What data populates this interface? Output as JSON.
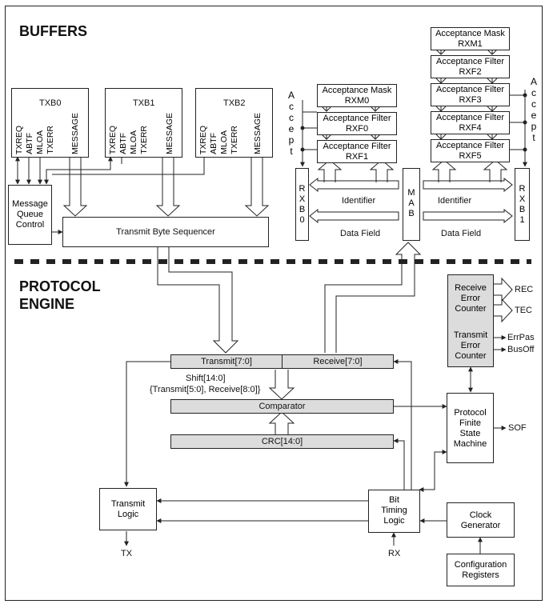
{
  "headings": {
    "buffers": "BUFFERS",
    "protocol_line1": "PROTOCOL",
    "protocol_line2": "ENGINE"
  },
  "tx_buffers": [
    {
      "name": "TXB0",
      "signals": [
        "TXREQ",
        "ABTF",
        "MLOA",
        "TXERR"
      ],
      "message": "MESSAGE"
    },
    {
      "name": "TXB1",
      "signals": [
        "TXREQ",
        "ABTF",
        "MLOA",
        "TXERR"
      ],
      "message": "MESSAGE"
    },
    {
      "name": "TXB2",
      "signals": [
        "TXREQ",
        "ABTF",
        "MLOA",
        "TXERR"
      ],
      "message": "MESSAGE"
    }
  ],
  "mqc": [
    "Message",
    "Queue",
    "Control"
  ],
  "tbs": "Transmit Byte Sequencer",
  "filters_left": [
    {
      "line1": "Acceptance Mask",
      "line2": "RXM0"
    },
    {
      "line1": "Acceptance Filter",
      "line2": "RXF0"
    },
    {
      "line1": "Acceptance Filter",
      "line2": "RXF1"
    }
  ],
  "filters_right": [
    {
      "line1": "Acceptance Mask",
      "line2": "RXM1"
    },
    {
      "line1": "Acceptance Filter",
      "line2": "RXF2"
    },
    {
      "line1": "Acceptance Filter",
      "line2": "RXF3"
    },
    {
      "line1": "Acceptance Filter",
      "line2": "RXF4"
    },
    {
      "line1": "Acceptance Filter",
      "line2": "RXF5"
    }
  ],
  "accept": [
    "A",
    "c",
    "c",
    "e",
    "p",
    "t"
  ],
  "rxb0": [
    "R",
    "X",
    "B",
    "0"
  ],
  "rxb1": [
    "R",
    "X",
    "B",
    "1"
  ],
  "mab": [
    "M",
    "A",
    "B"
  ],
  "labels": {
    "identifier": "Identifier",
    "data_field": "Data Field",
    "transmit_reg": "Transmit[7:0]",
    "receive_reg": "Receive[7:0]",
    "shift_line1": "Shift[14:0]",
    "shift_line2": "{Transmit[5:0], Receive[8:0]}",
    "comparator": "Comparator",
    "crc": "CRC[14:0]",
    "transmit_logic": [
      "Transmit",
      "Logic"
    ],
    "bit_timing": [
      "Bit",
      "Timing",
      "Logic"
    ],
    "clock_gen": [
      "Clock",
      "Generator"
    ],
    "config_regs": [
      "Configuration",
      "Registers"
    ],
    "pfsm": [
      "Protocol",
      "Finite",
      "State",
      "Machine"
    ],
    "rec_counter": [
      "Receive",
      "Error",
      "Counter"
    ],
    "tx_counter": [
      "Transmit",
      "Error",
      "Counter"
    ],
    "rec": "REC",
    "tec": "TEC",
    "errpas": "ErrPas",
    "busoff": "BusOff",
    "sof": "SOF",
    "tx": "TX",
    "rx": "RX"
  },
  "colors": {
    "line": "#222222",
    "box_fill": "#ffffff",
    "shaded_fill": "#dcdcdc"
  }
}
